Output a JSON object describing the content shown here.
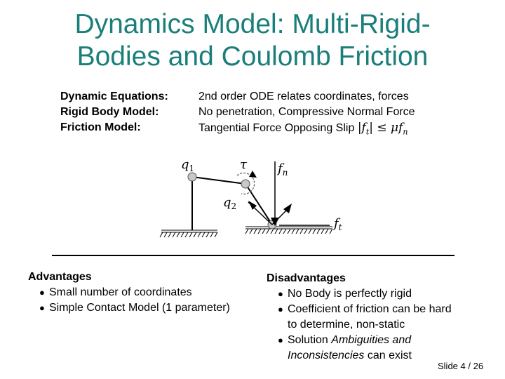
{
  "slide": {
    "title_line1": "Dynamics Model: Multi-Rigid-",
    "title_line2": "Bodies and Coulomb Friction",
    "definitions": [
      {
        "label": "Dynamic Equations:",
        "value": "2nd order ODE relates coordinates, forces"
      },
      {
        "label": "Rigid Body Model:",
        "value": "No penetration, Compressive Normal Force"
      },
      {
        "label": "Friction Model:",
        "value": "Tangential Force Opposing Slip"
      }
    ],
    "friction_formula": {
      "lhs": "|f",
      "lhs_sub": "t",
      "rel": "|  ≤  μf",
      "rhs_sub": "n"
    },
    "diagram_labels": {
      "q1": "q",
      "q1_sub": "1",
      "tau": "τ",
      "fn": "f",
      "fn_sub": "n",
      "q2": "q",
      "q2_sub": "2",
      "ft": "f",
      "ft_sub": "t"
    },
    "advantages": {
      "header": "Advantages",
      "items": [
        "Small number of coordinates",
        "Simple Contact Model (1 parameter)"
      ]
    },
    "disadvantages": {
      "header": "Disadvantages",
      "item1": "No Body is perfectly rigid",
      "item2_line1": "Coefficient of friction can be hard",
      "item2_line2": "to determine, non-static",
      "item3_prefix": "Solution ",
      "item3_em": "Ambiguities and",
      "item3_em2": "Inconsistencies",
      "item3_suffix": " can exist"
    },
    "bullet": "●",
    "slide_number": "Slide 4 / 26"
  }
}
